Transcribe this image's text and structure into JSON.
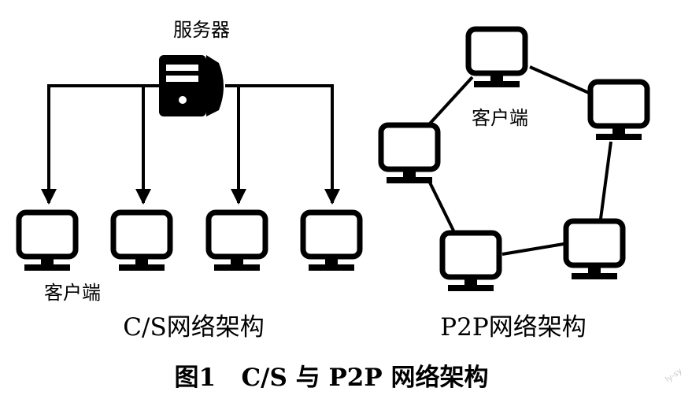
{
  "labels": {
    "server": "服务器",
    "cs_client": "客户端",
    "p2p_client": "客户端",
    "cs_title": "C/S网络架构",
    "p2p_title": "P2P网络架构",
    "caption": "图1   C/S 与 P2P 网络架构",
    "watermark": "ly-sy"
  },
  "colors": {
    "line": "#000000",
    "background": "#ffffff"
  },
  "icons": {
    "server": "server-tower-icon",
    "client": "monitor-icon"
  }
}
